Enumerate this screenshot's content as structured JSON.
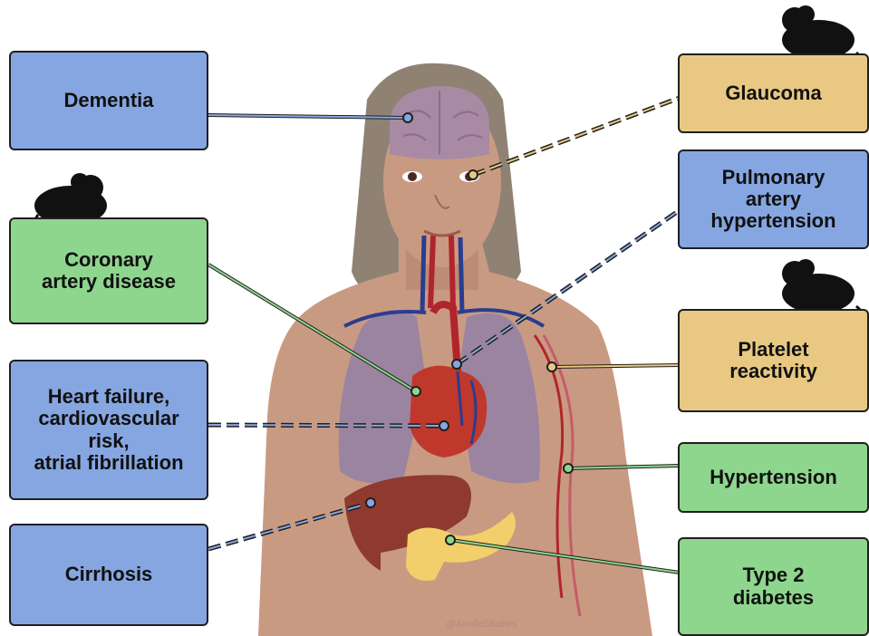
{
  "colors": {
    "blue_box": "#86a6e1",
    "green_box": "#8ed68d",
    "gold_box": "#e8c882",
    "skin": "#c99a82",
    "hair": "#8f8273",
    "brain": "#a98aa4",
    "lung": "#9b84a0",
    "heart": "#c0382b",
    "liver": "#8e3a2e",
    "pancreas": "#f2cf6a",
    "artery": "#b0252c",
    "vein": "#2a3d8f"
  },
  "labels": {
    "dementia": "Dementia",
    "coronary": "Coronary\nartery disease",
    "heart_failure": "Heart failure,\ncardiovascular\nrisk,\natrial fibrillation",
    "cirrhosis": "Cirrhosis",
    "glaucoma": "Glaucoma",
    "pulmonary": "Pulmonary\nartery\nhypertension",
    "platelet": "Platelet\nreactivity",
    "hypertension": "Hypertension",
    "diabetes": "Type 2\ndiabetes"
  },
  "mouse_icons": [
    "mouse-icon",
    "mouse-icon",
    "mouse-icon"
  ],
  "watermark": "@AriellaStudies"
}
